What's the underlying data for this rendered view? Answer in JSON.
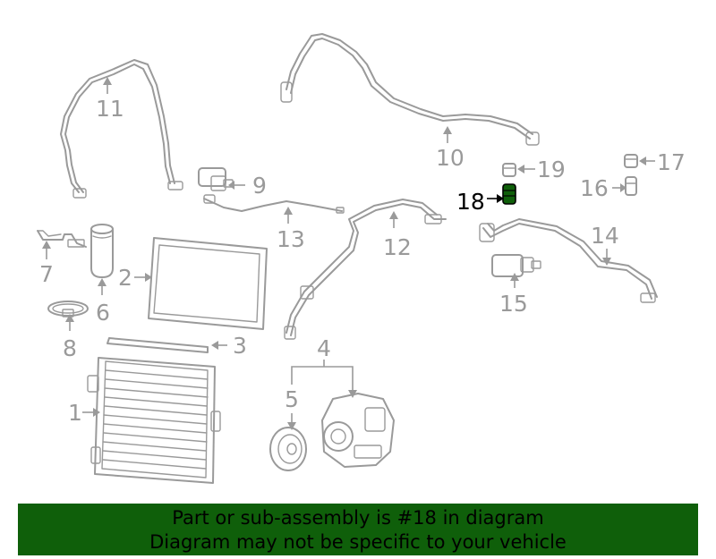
{
  "callouts": {
    "c1": "1",
    "c2": "2",
    "c3": "3",
    "c4": "4",
    "c5": "5",
    "c6": "6",
    "c7": "7",
    "c8": "8",
    "c9": "9",
    "c10": "10",
    "c11": "11",
    "c12": "12",
    "c13": "13",
    "c14": "14",
    "c15": "15",
    "c16": "16",
    "c17": "17",
    "c18": "18",
    "c19": "19"
  },
  "highlight": {
    "part": "18",
    "color": "#0f5f0a"
  },
  "banner": {
    "line1": "Part or sub-assembly is #18 in diagram",
    "line2": "Diagram may not be specific to your vehicle",
    "background": "#0f5f0a"
  }
}
